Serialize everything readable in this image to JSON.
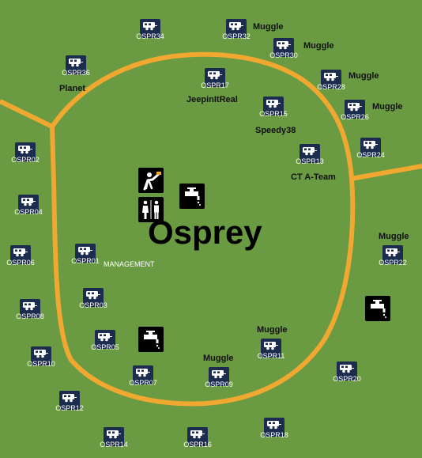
{
  "map": {
    "title": "Osprey"
  },
  "sites": [
    {
      "code": "OSPR34"
    },
    {
      "code": "OSPR32"
    },
    {
      "code": "OSPR30"
    },
    {
      "code": "OSPR36"
    },
    {
      "code": "OSPR17"
    },
    {
      "code": "OSPR28"
    },
    {
      "code": "OSPR26"
    },
    {
      "code": "OSPR15"
    },
    {
      "code": "OSPR02"
    },
    {
      "code": "OSPR13"
    },
    {
      "code": "OSPR24"
    },
    {
      "code": "OSPR04"
    },
    {
      "code": "OSPR06"
    },
    {
      "code": "OSPR01"
    },
    {
      "code": "OSPR22"
    },
    {
      "code": "OSPR03"
    },
    {
      "code": "OSPR08"
    },
    {
      "code": "OSPR05"
    },
    {
      "code": "OSPR11"
    },
    {
      "code": "OSPR10"
    },
    {
      "code": "OSPR09"
    },
    {
      "code": "OSPR07"
    },
    {
      "code": "OSPR20"
    },
    {
      "code": "OSPR12"
    },
    {
      "code": "OSPR14"
    },
    {
      "code": "OSPR16"
    },
    {
      "code": "OSPR18"
    }
  ],
  "labels": {
    "muggle": "Muggle",
    "planet": "Planet",
    "jeepin": "JeepinItReal",
    "speedy": "Speedy38",
    "ct_team": "CT A-Team",
    "management": "MANAGEMENT"
  },
  "icons": {
    "site": "camper-trailer-icon",
    "playground": "playground-icon",
    "restroom": "restroom-icon",
    "water": "water-spigot-icon"
  },
  "colors": {
    "grass": "#6a9a42",
    "road": "#f0a830",
    "site_box": "#1c2c4f"
  }
}
